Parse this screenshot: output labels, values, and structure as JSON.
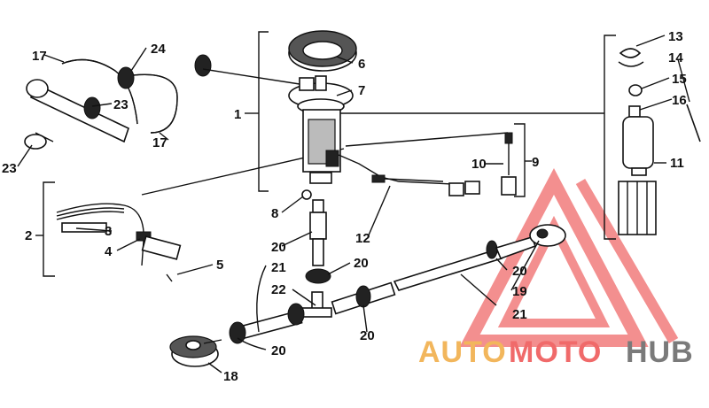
{
  "callouts": [
    {
      "id": "1",
      "text": "1"
    },
    {
      "id": "2",
      "text": "2"
    },
    {
      "id": "3",
      "text": "3"
    },
    {
      "id": "4",
      "text": "4"
    },
    {
      "id": "5",
      "text": "5"
    },
    {
      "id": "6",
      "text": "6"
    },
    {
      "id": "7",
      "text": "7"
    },
    {
      "id": "8",
      "text": "8"
    },
    {
      "id": "9",
      "text": "9"
    },
    {
      "id": "10",
      "text": "10"
    },
    {
      "id": "11",
      "text": "11"
    },
    {
      "id": "12",
      "text": "12"
    },
    {
      "id": "13",
      "text": "13"
    },
    {
      "id": "14",
      "text": "14"
    },
    {
      "id": "15",
      "text": "15"
    },
    {
      "id": "16",
      "text": "16"
    },
    {
      "id": "17a",
      "text": "17"
    },
    {
      "id": "17b",
      "text": "17"
    },
    {
      "id": "18",
      "text": "18"
    },
    {
      "id": "19",
      "text": "19"
    },
    {
      "id": "20a",
      "text": "20"
    },
    {
      "id": "20b",
      "text": "20"
    },
    {
      "id": "20c",
      "text": "20"
    },
    {
      "id": "20d",
      "text": "20"
    },
    {
      "id": "20e",
      "text": "20"
    },
    {
      "id": "21a",
      "text": "21"
    },
    {
      "id": "21b",
      "text": "21"
    },
    {
      "id": "22",
      "text": "22"
    },
    {
      "id": "23a",
      "text": "23"
    },
    {
      "id": "23b",
      "text": "23"
    },
    {
      "id": "24",
      "text": "24"
    }
  ],
  "watermark": {
    "part1": "AUTO",
    "part2": "MOTO",
    "part3": "HUB"
  }
}
